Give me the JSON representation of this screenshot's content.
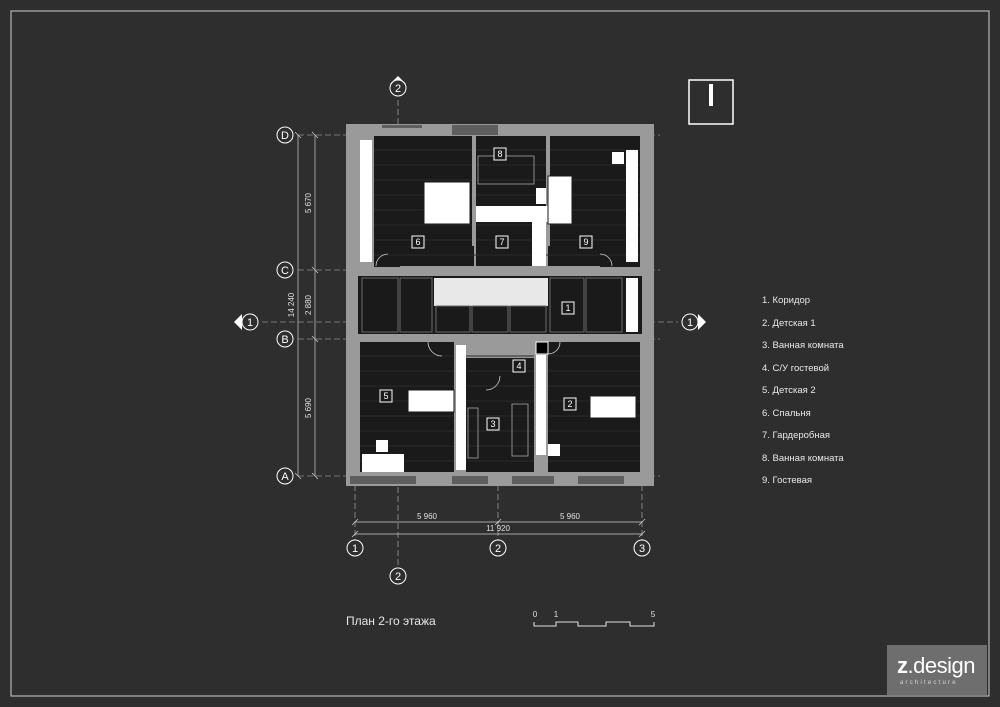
{
  "plan_title": "План 2-го этажа",
  "legend": [
    "1. Коридор",
    "2. Детская 1",
    "3. Ванная комната",
    "4. С/У гостевой",
    "5. Детская 2",
    "6. Спальня",
    "7. Гардеробная",
    "8. Ванная комната",
    "9. Гостевая"
  ],
  "room_numbers": [
    "1",
    "2",
    "3",
    "4",
    "5",
    "6",
    "7",
    "8",
    "9"
  ],
  "axes": {
    "rows": [
      "D",
      "C",
      "B",
      "A"
    ],
    "columns": [
      "1",
      "2",
      "3"
    ],
    "section_marks": [
      "2",
      "2",
      "1",
      "1"
    ]
  },
  "dimensions": {
    "left_upper": "5 670",
    "left_total": "14 240",
    "left_middle": "2 880",
    "left_lower": "5 690",
    "bottom_left": "5 960",
    "bottom_right": "5 960",
    "bottom_total": "11 920"
  },
  "scale_bar": [
    "0",
    "1",
    "5"
  ],
  "logo": {
    "bold": "z",
    "rest": ".design",
    "sub": "architecture"
  },
  "colors": {
    "background": "#2e2e2e",
    "floor": "#1a1a1a",
    "wall": "#9a9a9a",
    "line": "#e0e0e0",
    "white": "#ffffff"
  }
}
